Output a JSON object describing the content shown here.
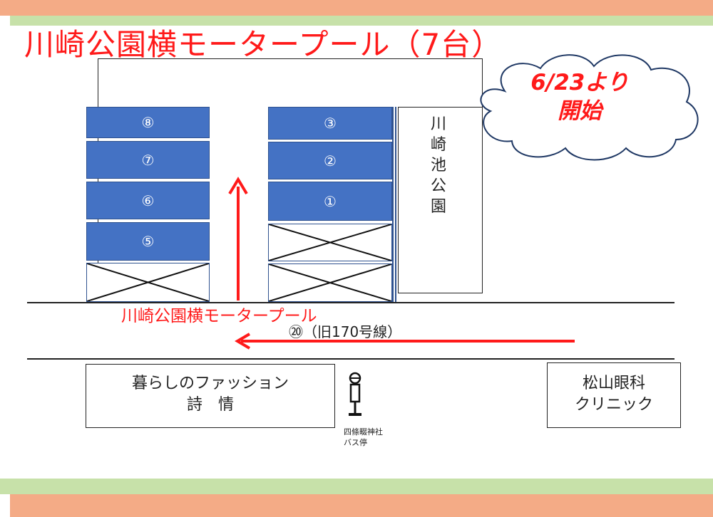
{
  "title": "川崎公園横モータープール（7台）",
  "announcement": {
    "line1": "6/23より",
    "line2": "開始"
  },
  "park": {
    "label": "川崎池公園"
  },
  "slots": {
    "s8": "⑧",
    "s7": "⑦",
    "s6": "⑥",
    "s5": "⑤",
    "s3": "③",
    "s2": "②",
    "s1": "①"
  },
  "lot_label": "川崎公園横モータープール",
  "road": {
    "name": "⑳（旧170号線）"
  },
  "shops": {
    "fashion": {
      "line1": "暮らしのファッション",
      "line2": "詩　情"
    },
    "clinic": {
      "line1": "松山眼科",
      "line2": "クリニック"
    }
  },
  "bus_stop": {
    "line1": "四條畷神社",
    "line2": "バス停"
  },
  "colors": {
    "slot": "#4472c4",
    "arrow": "#ff1a1a",
    "title": "#ff1a1a"
  }
}
